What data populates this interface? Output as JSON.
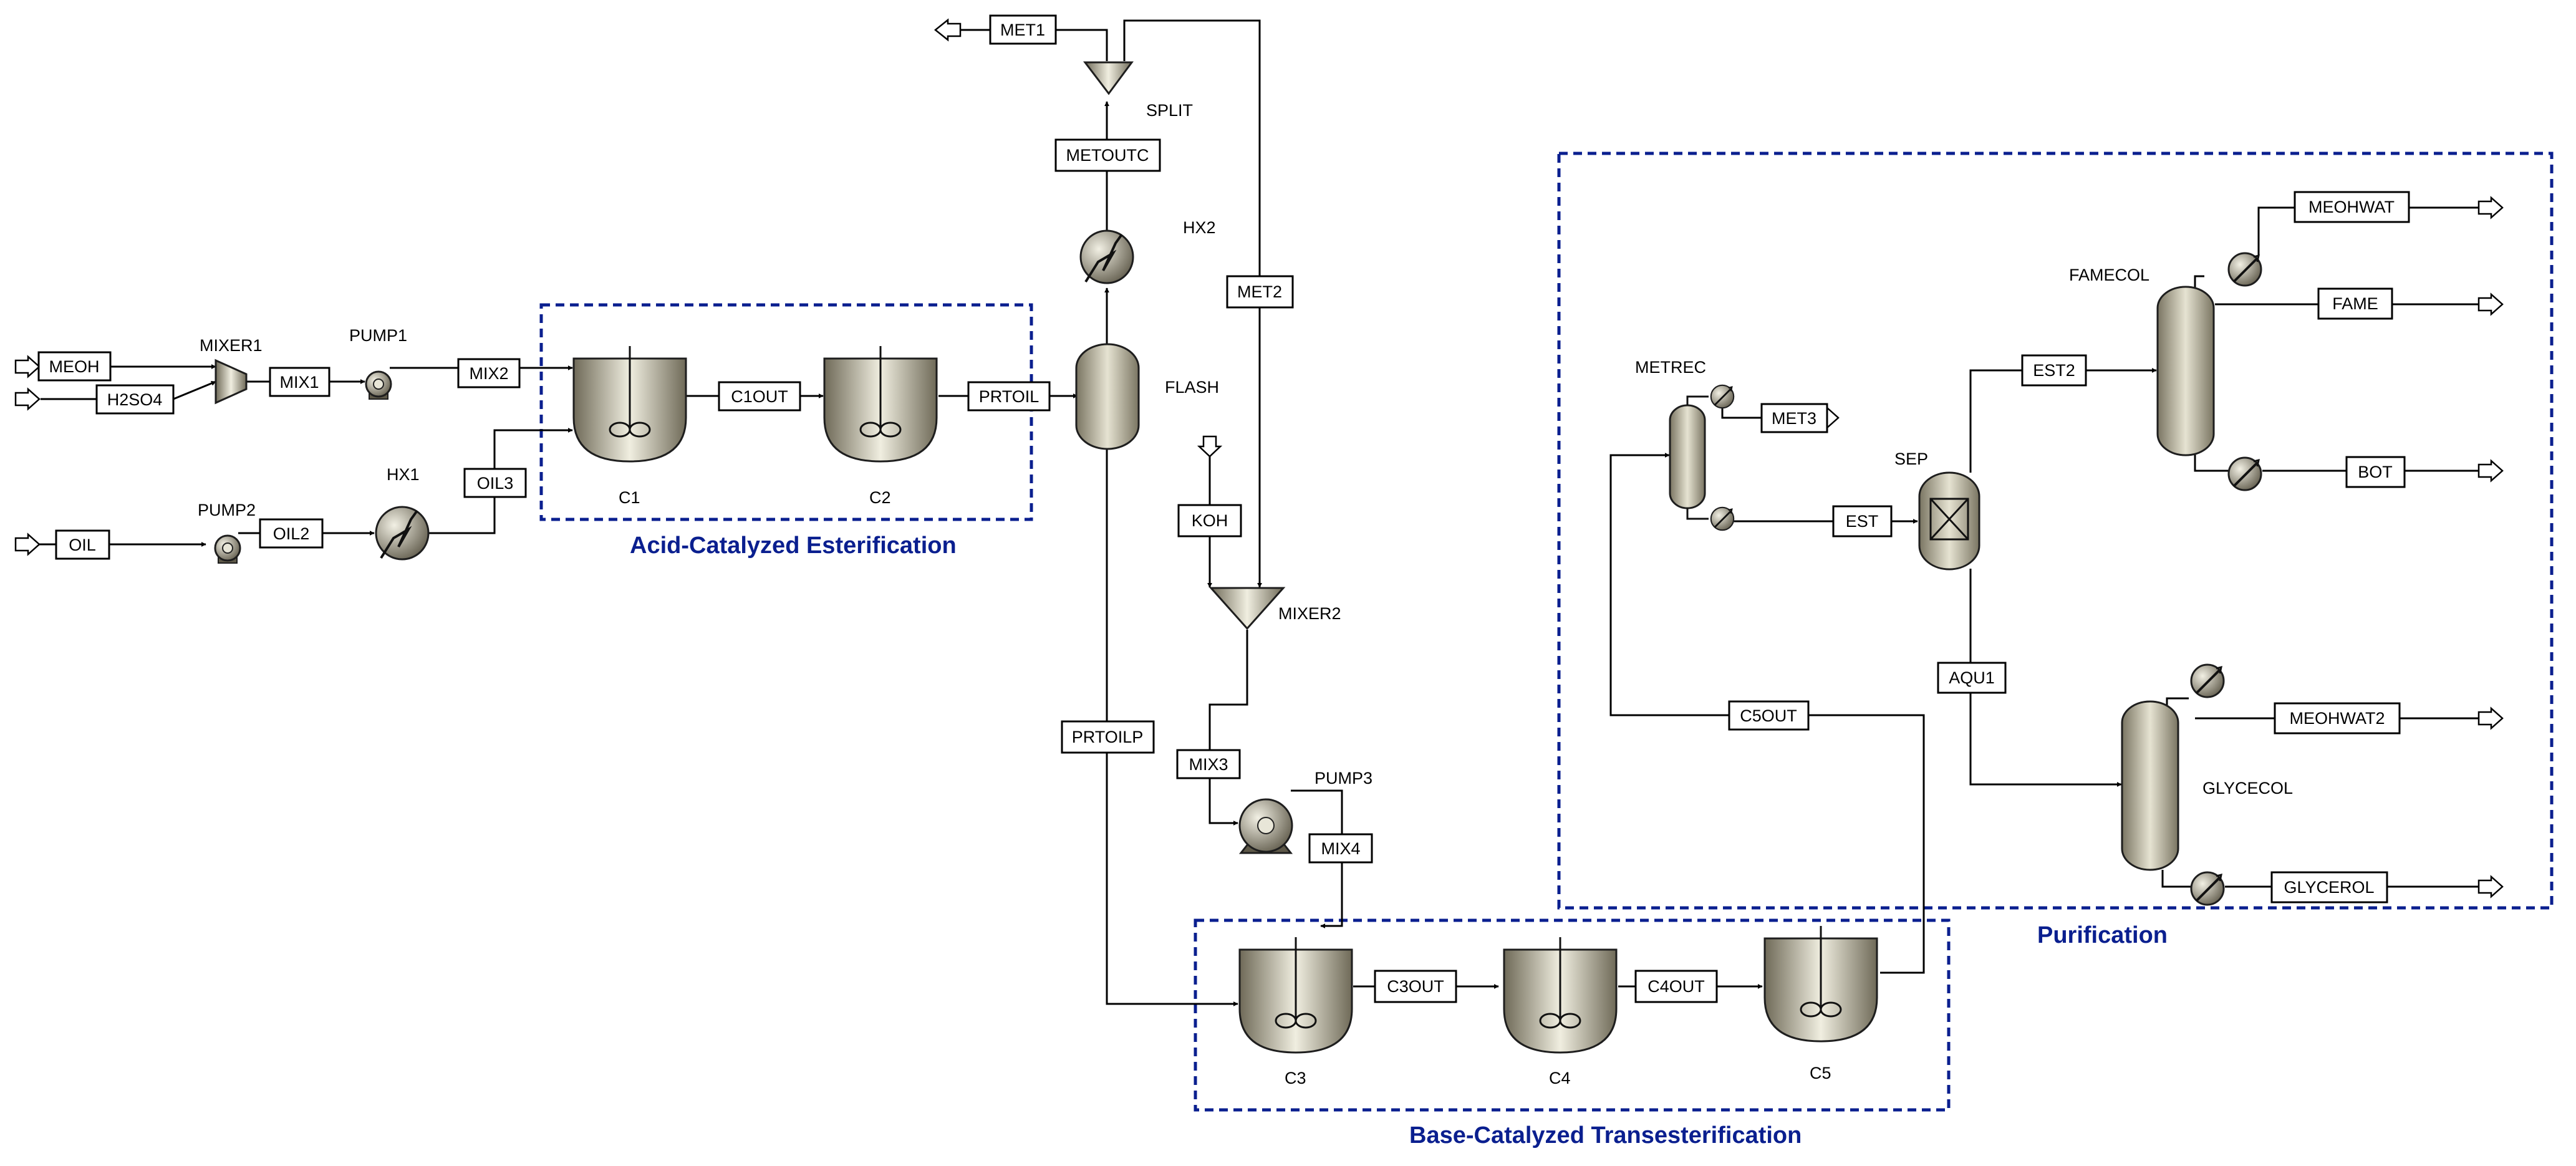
{
  "colors": {
    "zone": "#0a1f8f",
    "equipment_dark": "#6f6a58",
    "equipment_light": "#f0eee0",
    "line": "#000000"
  },
  "zones": {
    "acid": {
      "label": "Acid-Catalyzed Esterification"
    },
    "base": {
      "label": "Base-Catalyzed Transesterification"
    },
    "purification": {
      "label": "Purification"
    }
  },
  "equipment": {
    "mixer1": "MIXER1",
    "pump1": "PUMP1",
    "pump2": "PUMP2",
    "hx1": "HX1",
    "c1": "C1",
    "c2": "C2",
    "flash": "FLASH",
    "hx2": "HX2",
    "split": "SPLIT",
    "mixer2": "MIXER2",
    "pump3": "PUMP3",
    "c3": "C3",
    "c4": "C4",
    "c5": "C5",
    "metrec": "METREC",
    "sep": "SEP",
    "famecol": "FAMECOL",
    "glycecol": "GLYCECOL"
  },
  "streams": {
    "meoh": "MEOH",
    "h2so4": "H2SO4",
    "mix1": "MIX1",
    "mix2": "MIX2",
    "oil": "OIL",
    "oil2": "OIL2",
    "oil3": "OIL3",
    "c1out": "C1OUT",
    "prtoil": "PRTOIL",
    "metoutc": "METOUTC",
    "met1": "MET1",
    "met2": "MET2",
    "koh": "KOH",
    "prtoilp": "PRTOILP",
    "mix3": "MIX3",
    "mix4": "MIX4",
    "c3out": "C3OUT",
    "c4out": "C4OUT",
    "c5out": "C5OUT",
    "met3": "MET3",
    "est": "EST",
    "est2": "EST2",
    "aqu1": "AQU1",
    "meohwat": "MEOHWAT",
    "fame": "FAME",
    "bot": "BOT",
    "meohwat2": "MEOHWAT2",
    "glycerol": "GLYCEROL"
  }
}
